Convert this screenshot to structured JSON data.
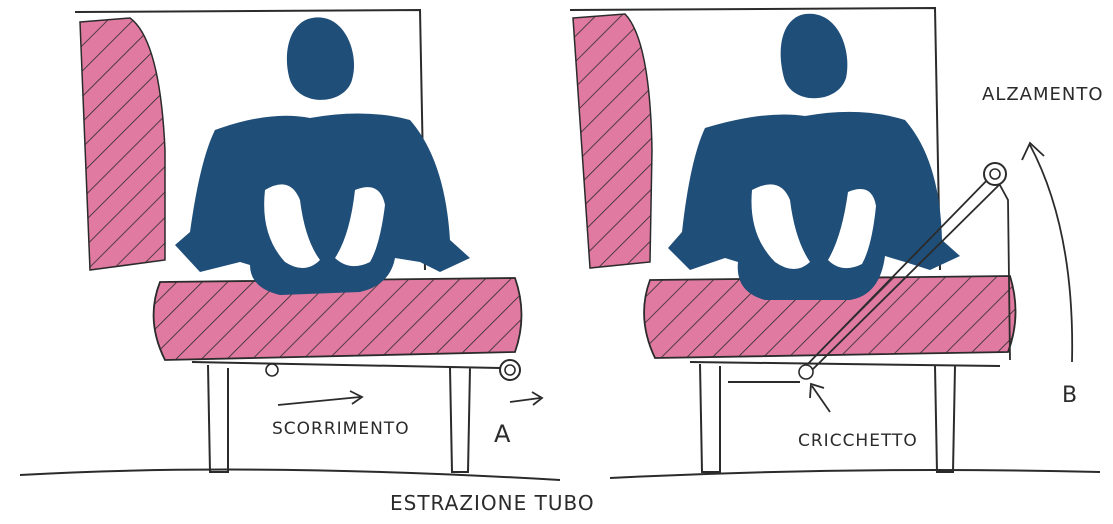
{
  "labels": {
    "sliding": "SCORRIMENTO",
    "point_a": "A",
    "tube_extraction": "ESTRAZIONE TUBO",
    "lifting": "ALZAMENTO",
    "ratchet": "CRICCHETTO",
    "point_b": "B"
  },
  "colors": {
    "figure": "#1f4e79",
    "padding": "#d04a78",
    "line": "#2b2b2b",
    "paper": "#ffffff"
  },
  "icons": {
    "sliding_arrow": "arrow-right",
    "a_arrow": "arrow-right",
    "lift_arrow": "curved-arrow-up",
    "ratchet_arrow": "arrow-up"
  }
}
